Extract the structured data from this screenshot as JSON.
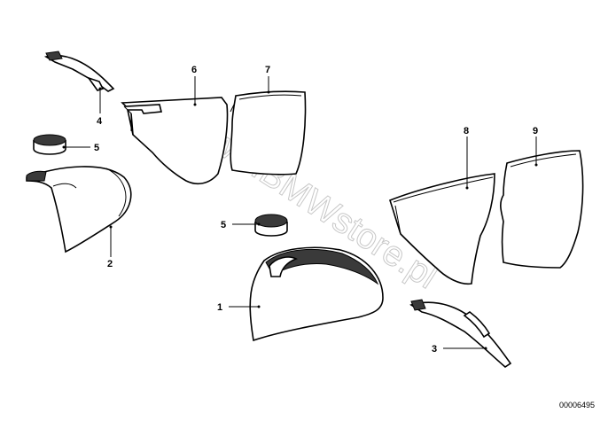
{
  "callouts": {
    "c1": "1",
    "c2": "2",
    "c3": "3",
    "c4": "4",
    "c5a": "5",
    "c5b": "5",
    "c6": "6",
    "c7": "7",
    "c8": "8",
    "c9": "9"
  },
  "reference_number": "00006495",
  "watermark": "www.BMWstore.pl"
}
